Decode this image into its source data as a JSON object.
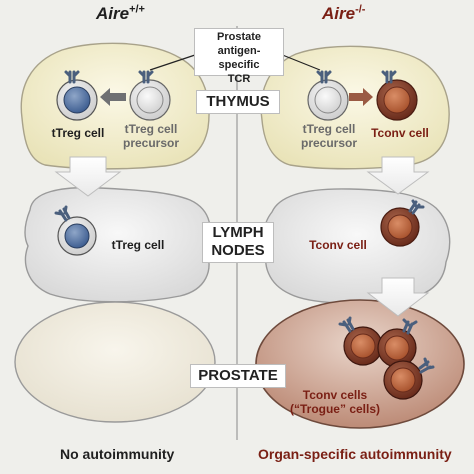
{
  "header": {
    "left_gene": "Aire",
    "left_sup": "+/+",
    "right_gene": "Aire",
    "right_sup": "-/-"
  },
  "tcr_box": "Prostate antigen-\nspecific\nTCR",
  "organs": {
    "thymus": "THYMUS",
    "lymph": "LYMPH\nNODES",
    "prostate": "PROSTATE"
  },
  "cells": {
    "left_thymus_treg": "tTreg cell",
    "left_thymus_precursor": "tTreg cell\nprecursor",
    "right_thymus_precursor": "tTreg cell\nprecursor",
    "right_thymus_tconv": "Tconv cell",
    "left_lymph_treg": "tTreg cell",
    "right_lymph_tconv": "Tconv cell",
    "right_prostate_tconv": "Tconv cells\n(“Trogue” cells)"
  },
  "outcomes": {
    "left": "No autoimmunity",
    "right": "Organ-specific autoimmunity"
  },
  "colors": {
    "left_accent": "#1f1f1f",
    "right_accent": "#7a1f14",
    "thymus_fill": "#f1ecc9",
    "lymph_fill": "#e4e4e4",
    "prostate_fill_left": "#f0ece0",
    "prostate_fill_right": "#c79e8b"
  }
}
